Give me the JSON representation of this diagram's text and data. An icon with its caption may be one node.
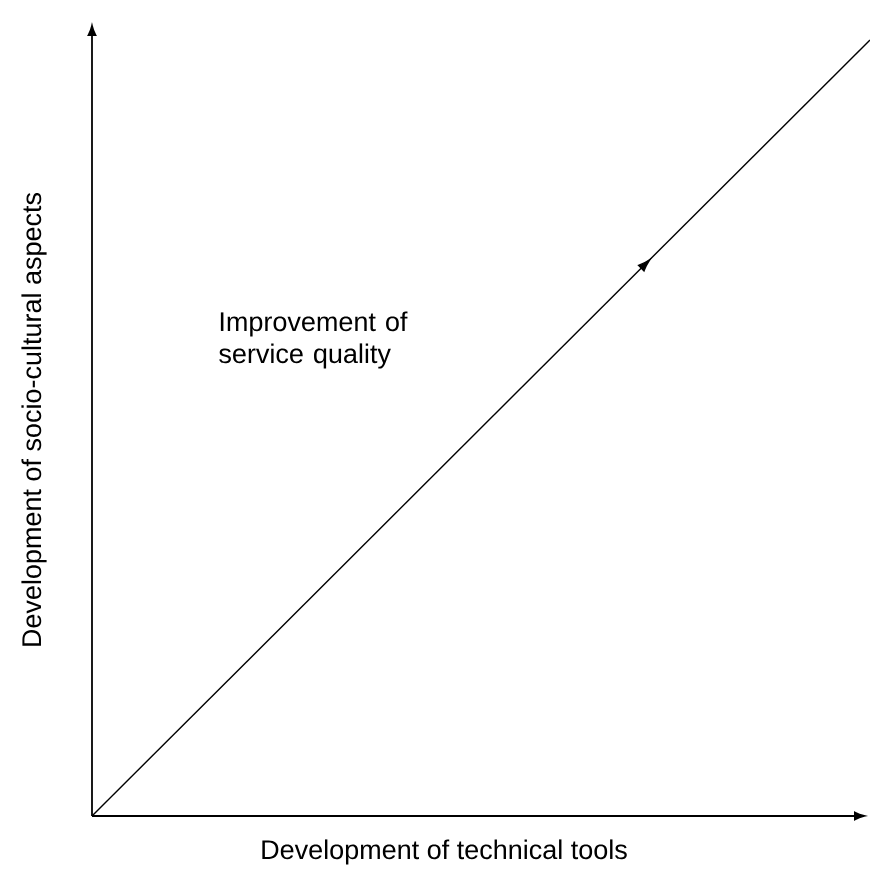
{
  "diagram": {
    "labels": [
      "Development of socio-cultural aspects",
      "Improvement of service quality",
      "Development of technical tools"
    ]
  }
}
